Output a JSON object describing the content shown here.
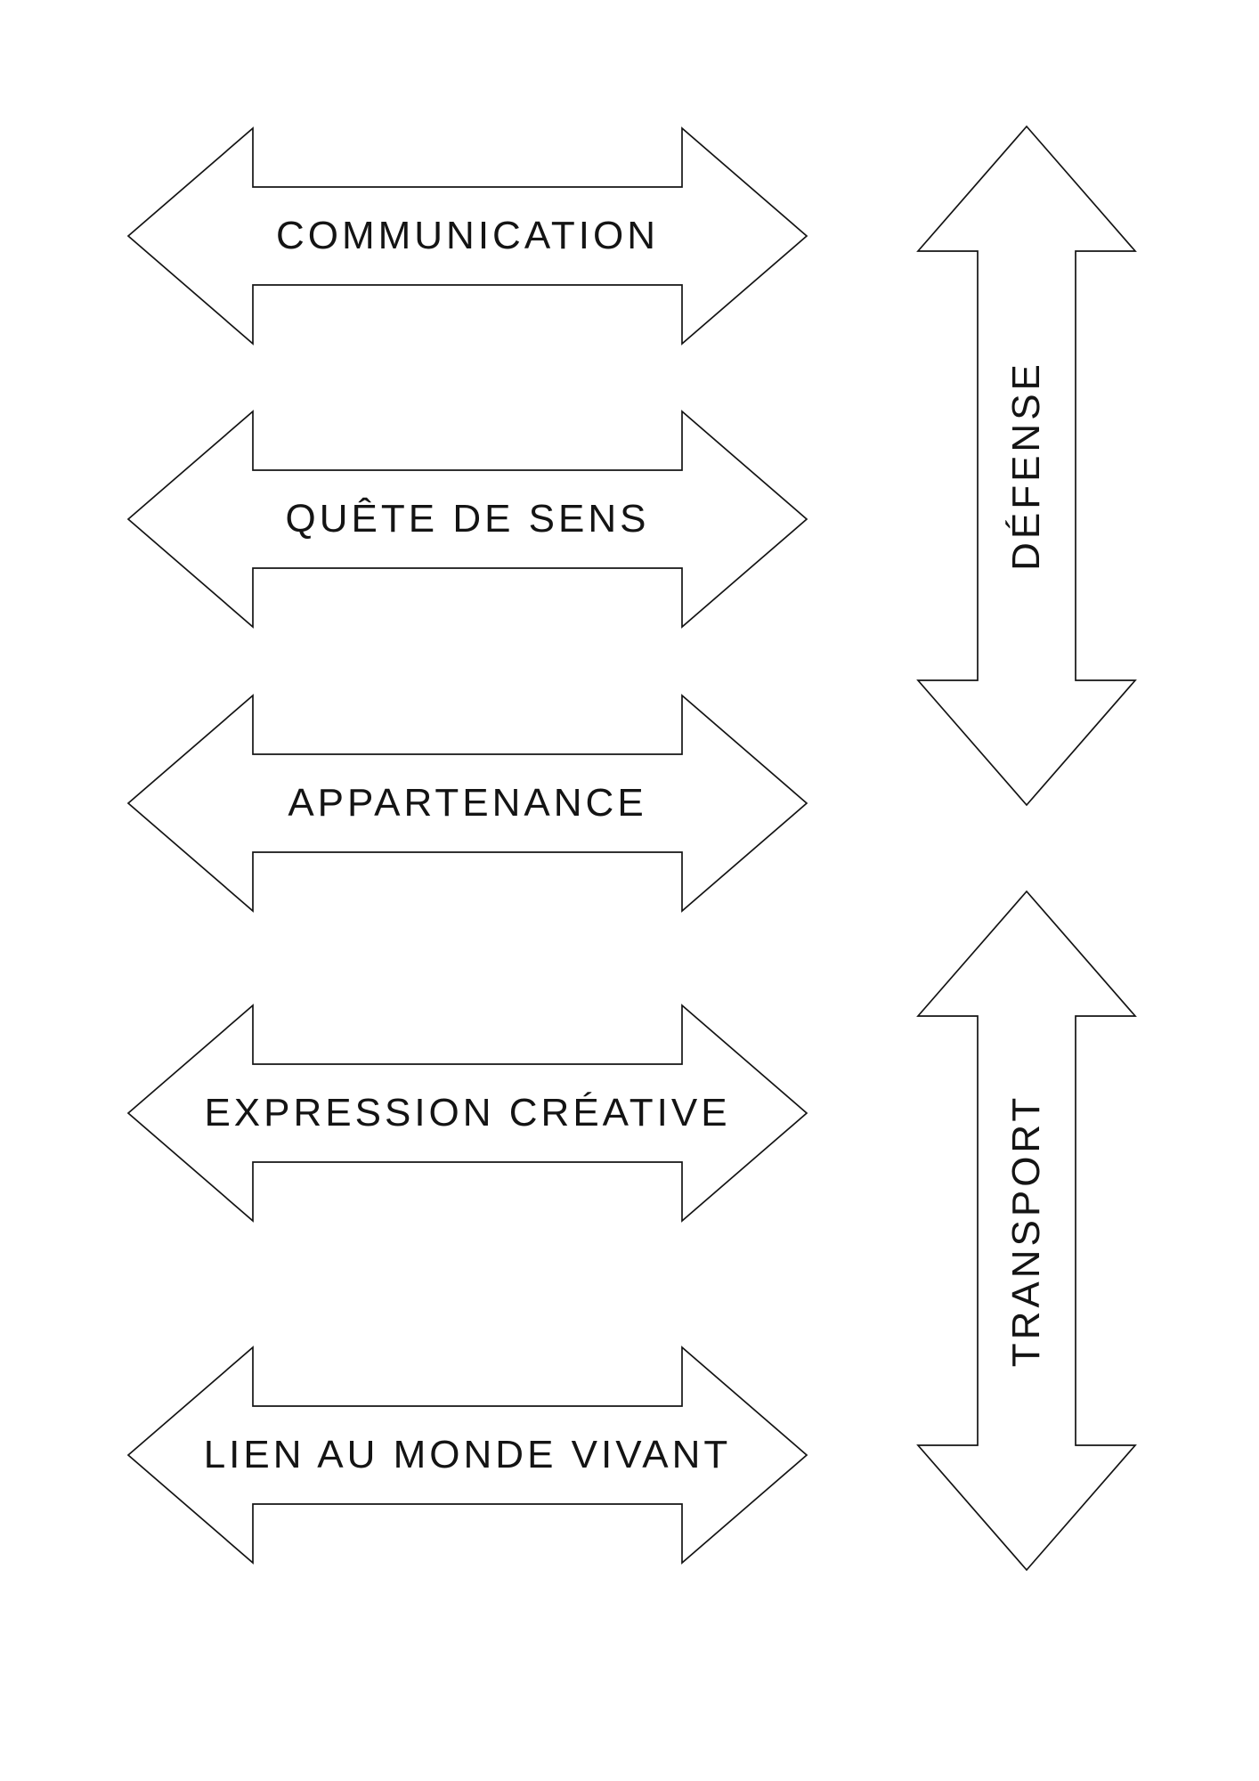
{
  "diagram": {
    "background_color": "#ffffff",
    "stroke_color": "#141414",
    "text_color": "#141414"
  },
  "horizontal_arrows": [
    {
      "label": "COMMUNICATION"
    },
    {
      "label": "QUÊTE DE SENS"
    },
    {
      "label": "APPARTENANCE"
    },
    {
      "label": "EXPRESSION CRÉATIVE"
    },
    {
      "label": "LIEN AU MONDE VIVANT"
    }
  ],
  "vertical_arrows": [
    {
      "label": "DÉFENSE"
    },
    {
      "label": "TRANSPORT"
    }
  ]
}
